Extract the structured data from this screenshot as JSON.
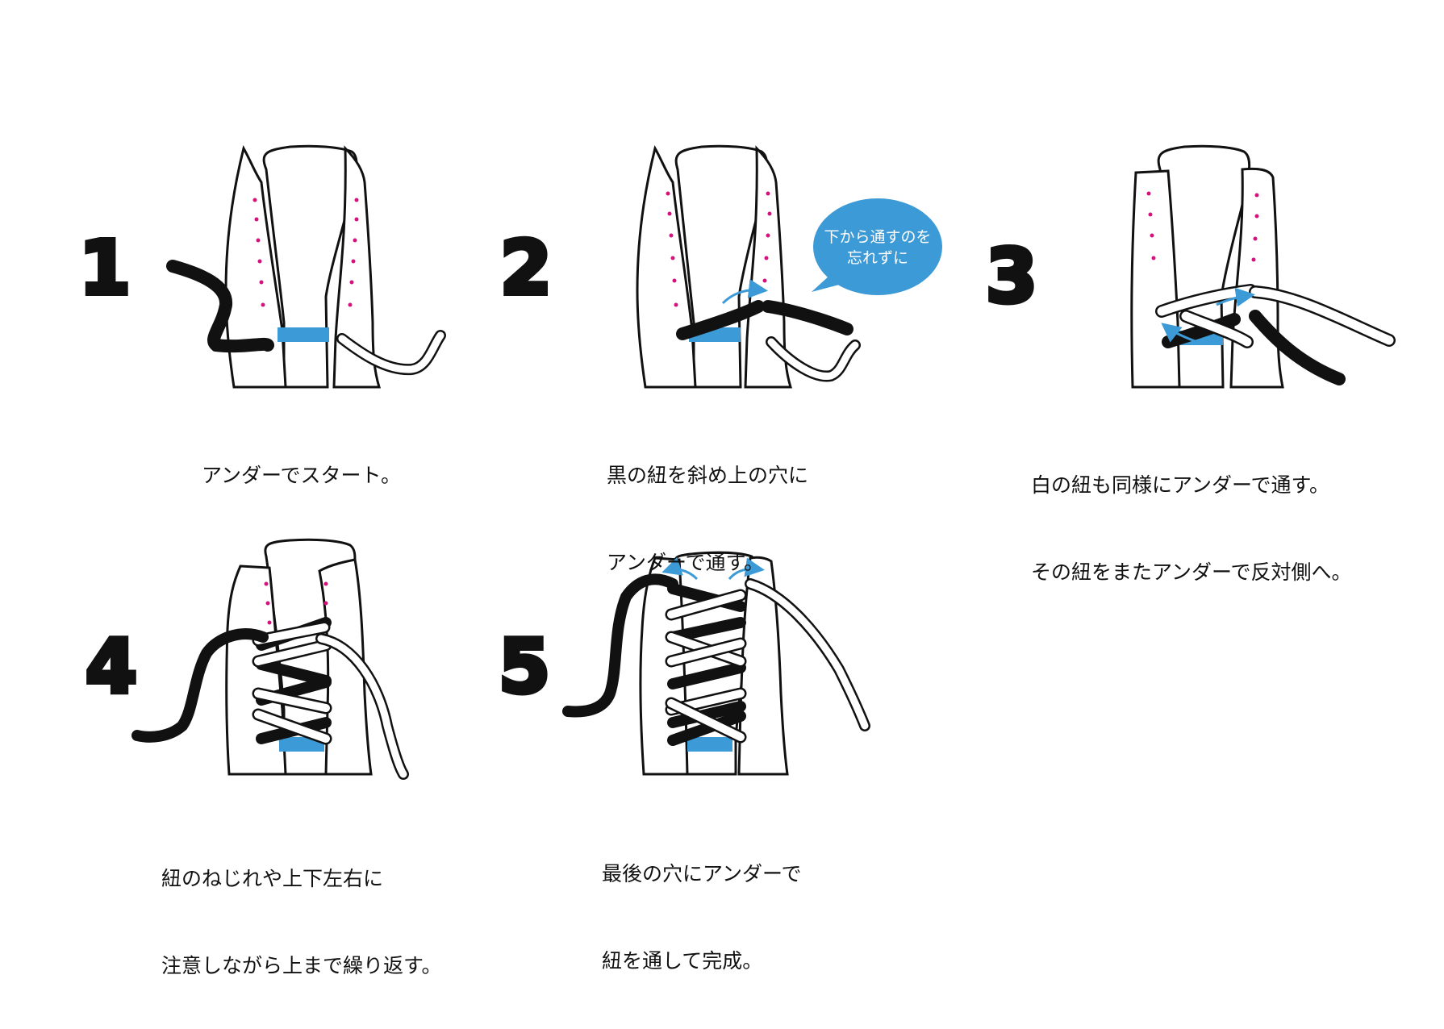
{
  "colors": {
    "ink": "#111111",
    "accent": "#3c9ad6",
    "eyelet": "#d4127e",
    "lace_white": "#ffffff"
  },
  "steps": [
    {
      "number": "1",
      "caption": [
        "アンダーでスタート。"
      ]
    },
    {
      "number": "2",
      "caption": [
        "黒の紐を斜め上の穴に",
        "アンダーで通す。"
      ],
      "callout": [
        "下から通すのを",
        "忘れずに"
      ]
    },
    {
      "number": "3",
      "caption": [
        "白の紐も同様にアンダーで通す。",
        "その紐をまたアンダーで反対側へ。"
      ]
    },
    {
      "number": "4",
      "caption": [
        "紐のねじれや上下左右に",
        "注意しながら上まで繰り返す。"
      ]
    },
    {
      "number": "5",
      "caption": [
        "最後の穴にアンダーで",
        "紐を通して完成。"
      ]
    }
  ]
}
